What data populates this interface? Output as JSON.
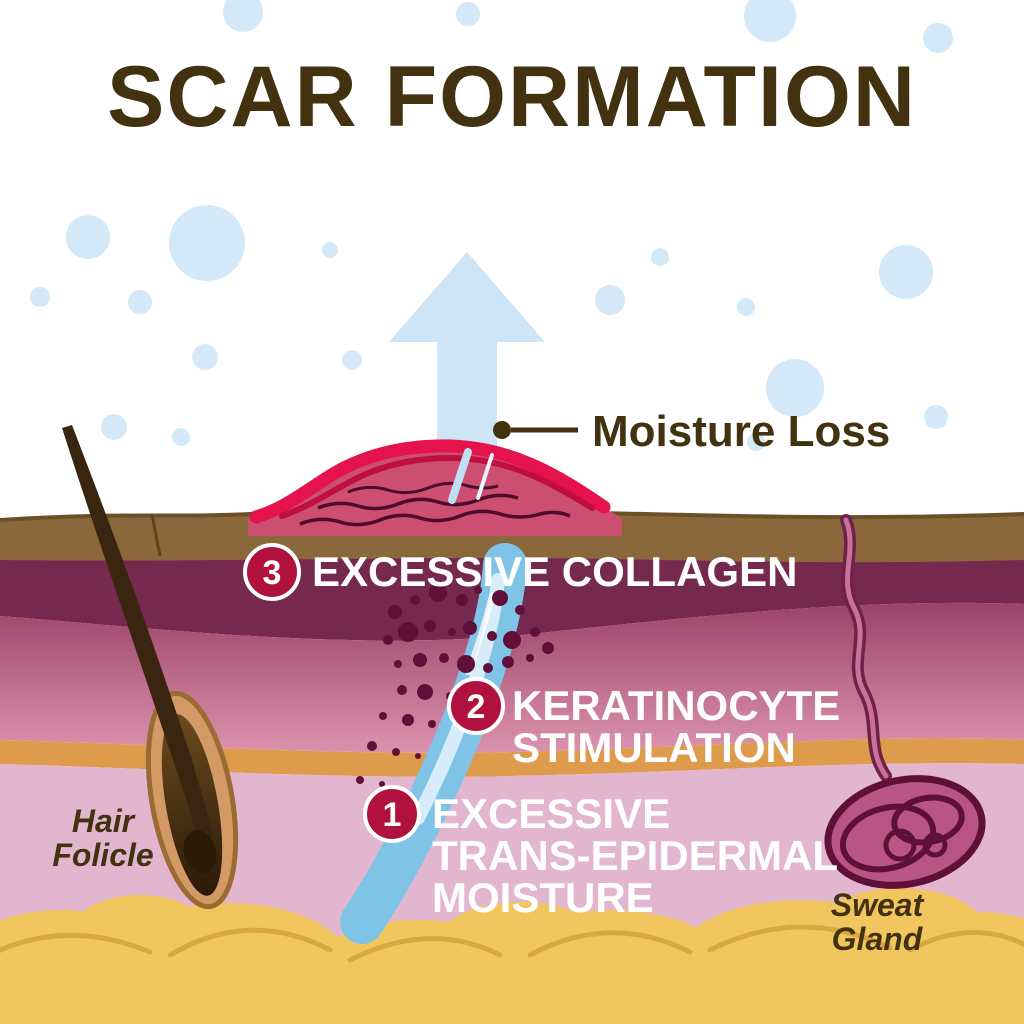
{
  "title": "SCAR FORMATION",
  "annotations": {
    "moisture_loss": "Moisture Loss",
    "steps": [
      {
        "num": "1",
        "lines": [
          "EXCESSIVE",
          "TRANS-EPIDERMAL",
          "MOISTURE"
        ]
      },
      {
        "num": "2",
        "lines": [
          "KERATINOCYTE",
          "STIMULATION"
        ]
      },
      {
        "num": "3",
        "lines": [
          "EXCESSIVE COLLAGEN"
        ]
      }
    ],
    "hair_follicle": [
      "Hair",
      "Folicle"
    ],
    "sweat_gland": [
      "Sweat",
      "Gland"
    ]
  },
  "colors": {
    "title_brown": "#42320f",
    "badge_red": "#b0123d",
    "bubble_blue": "#d4e9f8",
    "arrow_blue": "#cde5f7",
    "channel_blue": "#7fc4e6",
    "surface_brown": "#8a683c",
    "maroon": "#76294f",
    "pink_mid": "#b25579",
    "orange": "#de9b4b",
    "light_pink": "#e3b6d0",
    "fat_yellow": "#f1c65e",
    "fat_shade": "#d9a742",
    "scar_red": "#e4134b",
    "scar_dark_red": "#c00e3e",
    "scar_pink": "#cc4f72",
    "dot_maroon": "#5f1038",
    "hair_brown": "#3a2610",
    "gland_outline": "#6e2248"
  }
}
